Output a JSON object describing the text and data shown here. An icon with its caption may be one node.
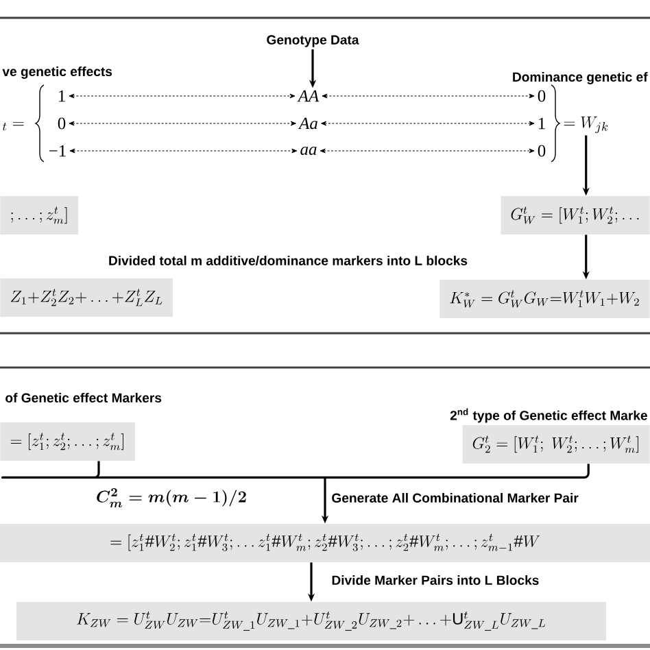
{
  "diagram": {
    "nodes": [
      {
        "text": [
          "Genotype Data"
        ]
      },
      {
        "text": [
          "1"
        ]
      },
      {
        "text": [
          "0"
        ]
      },
      {
        "text": [
          "−1"
        ]
      },
      {
        "text": [
          "AA"
        ]
      },
      {
        "text": [
          "Aa"
        ]
      },
      {
        "text": [
          "aa"
        ]
      },
      {
        "text": [
          "0"
        ]
      },
      {
        "text": [
          "1"
        ]
      },
      {
        "text": [
          "0"
        ]
      },
      {
        "text": [
          "= W_{jk}"
        ]
      },
      {
        "text": [
          "; \\ldots; z^t_m]"
        ]
      },
      {
        "text": [
          "G^t_W = [W^t_1; W^t_2; \\ldots"
        ]
      },
      {
        "text": [
          "Z_1{+}Z^t_2Z_2{+}\\ldots{+}Z^t_LZ_L"
        ]
      },
      {
        "text": [
          "K^*_W = G^t_WG_W{=}W^t_1W_1{+}W_2"
        ]
      },
      {
        "text": [
          "= [z^t_1; z^t_2; \\ldots; z^t_m]"
        ],
        "beside": [
          "of Genetic effect Markers"
        ]
      },
      {
        "text": [
          "G^t_2 = [W^t_1;\\ W^t_2; \\ldots; W^t_m]"
        ],
        "beside": [
          "2$^{nd}$ type of Genetic effect Marke"
        ]
      },
      {
        "text": [
          "= [z^t_1 \\# W^t_2; z^t_1 \\# W^t_3; \\ldots z^t_1 \\# W^t_m; z^t_2 \\# W^t_3; \\ldots; z^t_2 \\# W^t_m; \\ldots; z^t_{m-1} \\# W"
        ]
      },
      {
        "text": [
          "K_{ZW} = U^t_{ZW}U_{ZW}{=}U^t_{ZW\\_1}U_{ZW\\_1}{+}U^t_{ZW\\_2}U_{ZW\\_2}{+}\\ldots{+}\\mathrm{U}^t_{ZW\\_L}U_{ZW\\_L}"
        ]
      }
    ],
    "edges": [
      {
        "from": 0,
        "to": 4,
        "arrow": "to"
      },
      {
        "from": 1,
        "to": 4,
        "arrow": "both",
        "style": "dashed"
      },
      {
        "from": 4,
        "to": 7,
        "arrow": "both",
        "style": "dashed"
      },
      {
        "from": 2,
        "to": 5,
        "arrow": "both",
        "style": "dashed"
      },
      {
        "from": 5,
        "to": 8,
        "arrow": "both",
        "style": "dashed"
      },
      {
        "from": 3,
        "to": 6,
        "arrow": "both",
        "style": "dashed"
      },
      {
        "from": 6,
        "to": 9,
        "arrow": "both",
        "style": "dashed"
      },
      {
        "from": 10,
        "to": 12,
        "arrow": "to"
      },
      {
        "from": 12,
        "to": 14,
        "arrow": "to"
      },
      {
        "from": 15,
        "to": 17,
        "arrow": "to"
      },
      {
        "from": 16,
        "to": 17,
        "arrow": "to"
      },
      {
        "from": 17,
        "to": 18,
        "arrow": "to"
      }
    ],
    "labels": [
      "ve genetic effects",
      "Dominance genetic ef",
      "{}_t =",
      "Divided total m additive/dominance markers into L blocks",
      "\\boldsymbol{C^2_m = m(m-1)/2}",
      "Generate All Combinational Marker Pair",
      "Divide Marker Pairs into L Blocks"
    ]
  }
}
